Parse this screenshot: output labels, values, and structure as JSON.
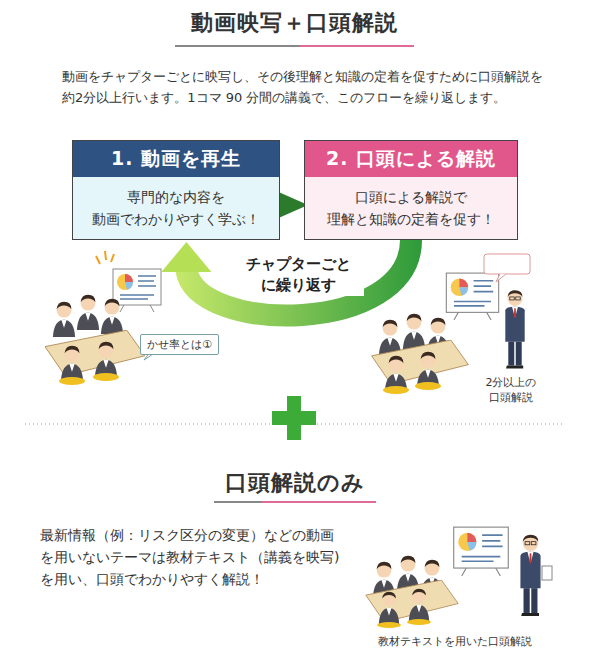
{
  "diagram": {
    "title": "動画映写＋口頭解説",
    "nodes": [
      {
        "text": [
          "1. 動画を再生",
          "専門的な内容を 動画でわかりやすく学ぶ！"
        ]
      },
      {
        "text": [
          "2. 口頭による解説",
          "口頭による解説で 理解と知識の定着を促す！"
        ]
      },
      {
        "text": [
          "かせ率とは①"
        ]
      }
    ],
    "edges": [
      {
        "from": 0,
        "to": 1,
        "arrow": "to"
      },
      {
        "from": 1,
        "to": 0,
        "label": "チャプターごと に繰り返す",
        "arrow": "to"
      }
    ],
    "labels": [
      "動画をチャプターごとに映写し、その後理解と知識の定着を促すために口頭解説を約2分以上行います。1コマ 90 分間の講義で、このフローを繰り返します。",
      "2分以上の 口頭解説",
      "口頭解説のみ",
      "最新情報（例：リスク区分の変更）などの動画を用いないテーマは教材テキスト（講義を映写)を用い、口頭でわかりやすく解説！",
      "教材テキストを用いた口頭解説"
    ]
  }
}
